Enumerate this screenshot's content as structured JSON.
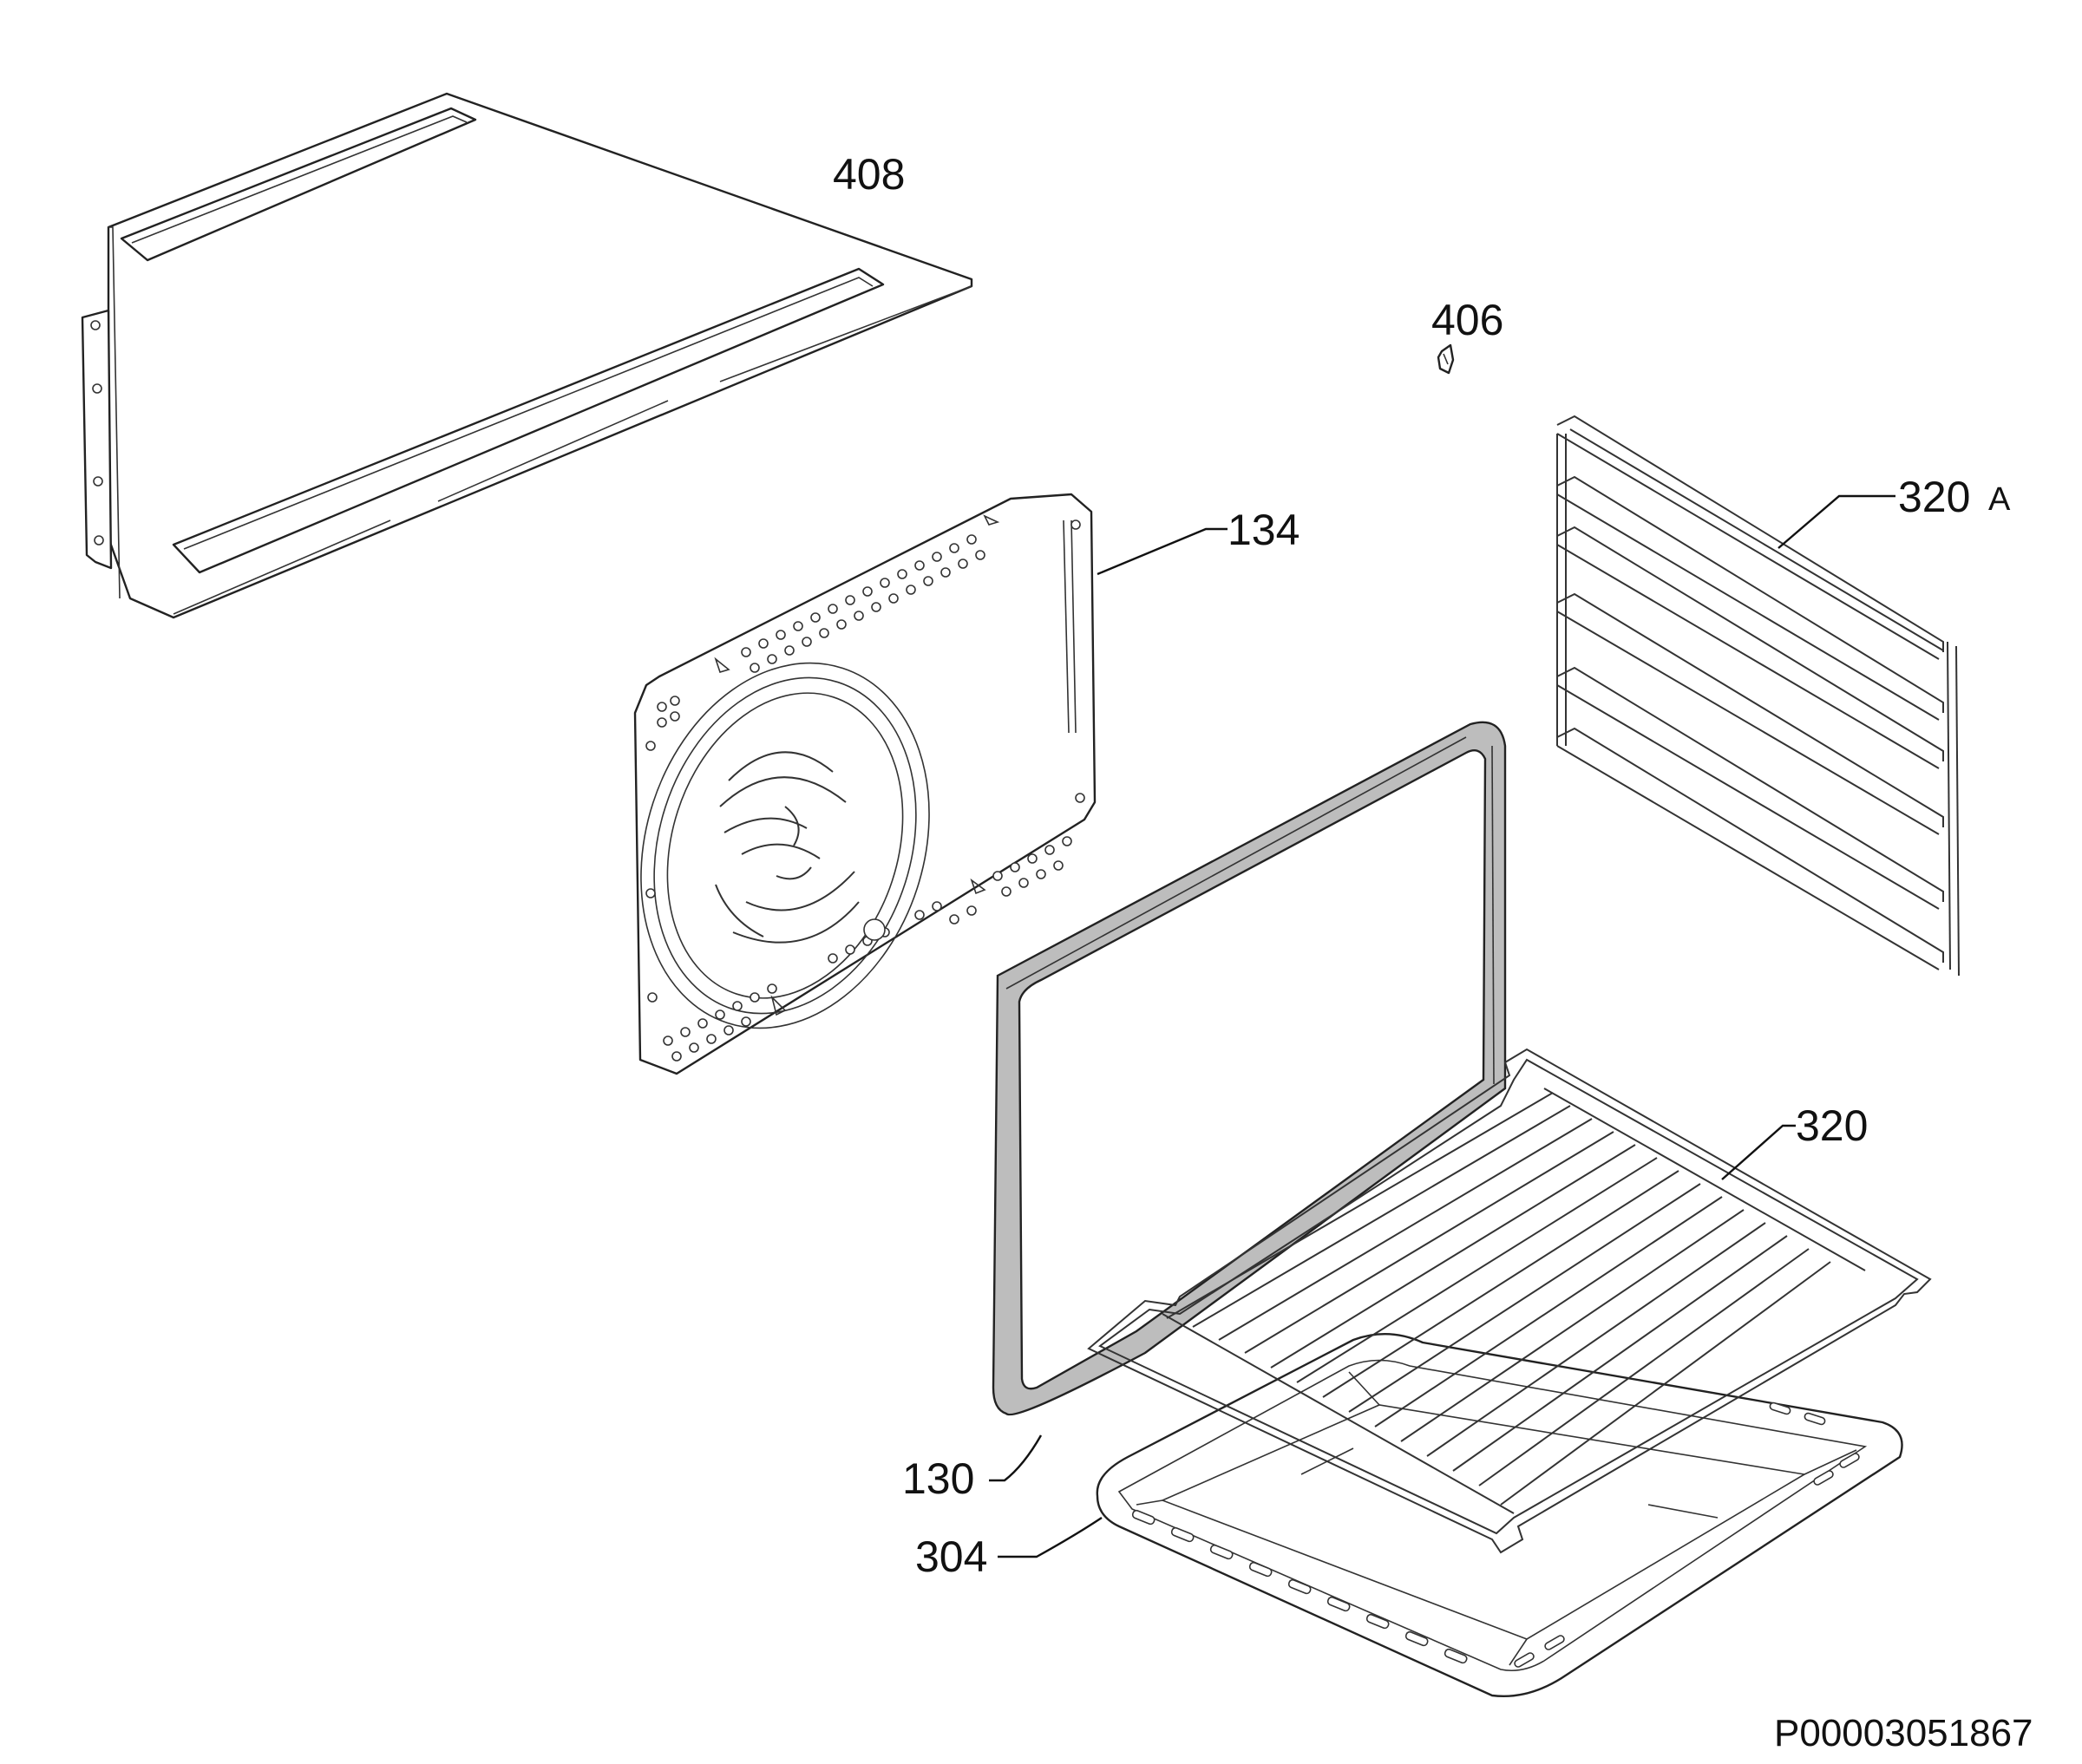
{
  "labels": {
    "p408": "408",
    "p406": "406",
    "p134": "134",
    "p320a_num": "320",
    "p320a_suffix": "A",
    "p320": "320",
    "p130": "130",
    "p304": "304"
  },
  "document_id": "P00003051867",
  "parts": [
    {
      "number": "408",
      "name": "top-shelf-plate"
    },
    {
      "number": "406",
      "name": "small-nut"
    },
    {
      "number": "134",
      "name": "rear-fan-cover-panel"
    },
    {
      "number": "320 A",
      "name": "side-shelf-runner"
    },
    {
      "number": "320",
      "name": "wire-grid-shelf"
    },
    {
      "number": "130",
      "name": "door-gasket-seal"
    },
    {
      "number": "304",
      "name": "baking-tray"
    }
  ]
}
